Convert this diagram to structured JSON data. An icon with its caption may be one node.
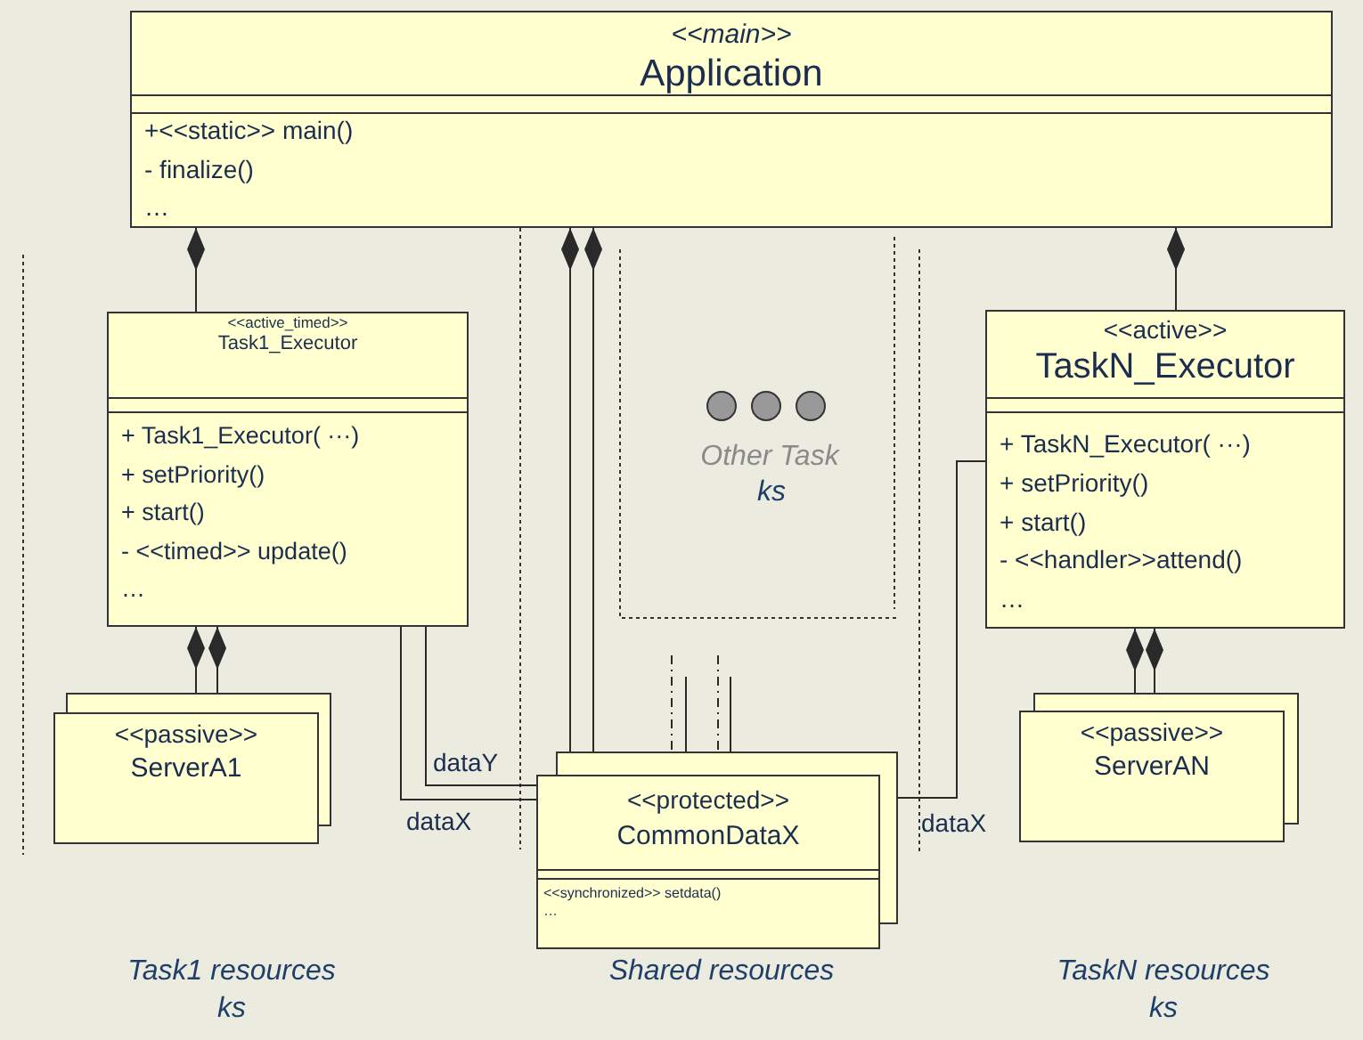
{
  "diagram": {
    "nodes": [
      {
        "text": [
          "<<main>>",
          "Application",
          "+<<static>> main()",
          "- finalize()",
          "…"
        ]
      },
      {
        "text": [
          "<<active_timed>>",
          "Task1_Executor",
          "+ Task1_Executor( ···)",
          "+ setPriority()",
          "+ start()",
          "- <<timed>> update()",
          "…"
        ]
      },
      {
        "text": [
          "<<active>>",
          "TaskN_Executor",
          "+ TaskN_Executor( ···)",
          "+ setPriority()",
          "+ start()",
          "- <<handler>>attend()",
          "…"
        ]
      },
      {
        "text": [
          "<<passive>>",
          "ServerA1"
        ]
      },
      {
        "text": [
          "<<protected>>",
          "CommonDataX",
          "<<synchronized>> setdata()",
          "…"
        ]
      },
      {
        "text": [
          "<<passive>>",
          "ServerAN"
        ]
      }
    ],
    "edges": [
      {
        "from": 0,
        "to": 1,
        "arrow": "other"
      },
      {
        "from": 0,
        "to": 4,
        "arrow": "other"
      },
      {
        "from": 0,
        "to": 4,
        "arrow": "other"
      },
      {
        "from": 0,
        "to": 2,
        "arrow": "other"
      },
      {
        "from": 1,
        "to": 3,
        "arrow": "other"
      },
      {
        "from": 1,
        "to": 3,
        "arrow": "other"
      },
      {
        "from": 1,
        "to": 4,
        "arrow": "none",
        "label": "dataY"
      },
      {
        "from": 1,
        "to": 4,
        "arrow": "none",
        "label": "dataX"
      },
      {
        "from": 2,
        "to": 4,
        "arrow": "none",
        "label": "dataX"
      },
      {
        "from": 2,
        "to": 5,
        "arrow": "other"
      },
      {
        "from": 2,
        "to": 5,
        "arrow": "other"
      },
      {
        "from": null,
        "to": 4,
        "arrow": "none",
        "style": "dashed"
      },
      {
        "from": null,
        "to": 4,
        "arrow": "none"
      },
      {
        "from": null,
        "to": 4,
        "arrow": "none",
        "style": "dashed"
      },
      {
        "from": null,
        "to": 4,
        "arrow": "none"
      }
    ],
    "labels": [
      "Other Task",
      "ks",
      "Task1 resources",
      "ks",
      "Shared resources",
      "TaskN resources",
      "ks"
    ]
  }
}
